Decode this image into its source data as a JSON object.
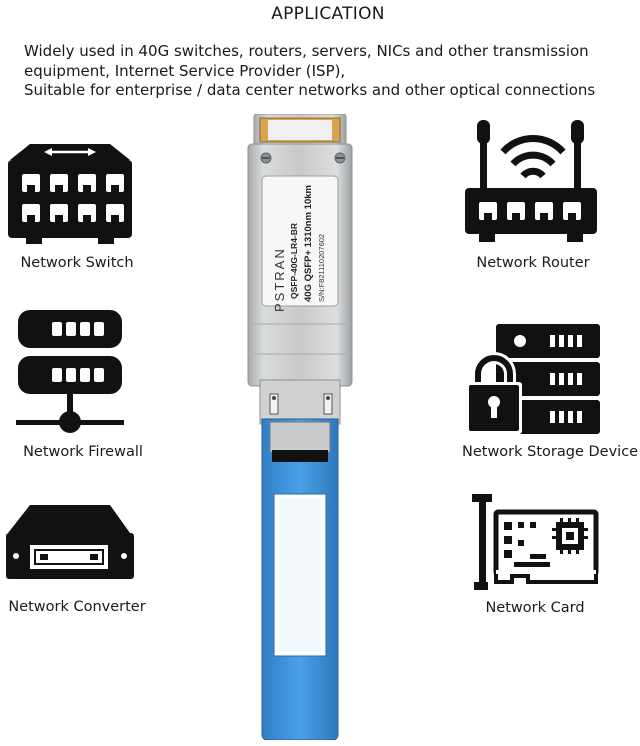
{
  "header": {
    "title": "APPLICATION"
  },
  "description": {
    "lines": [
      "Widely used in 40G switches, routers, servers, NICs and other transmission",
      "equipment, Internet Service Provider (ISP),",
      "Suitable for enterprise / data center networks and other optical connections"
    ]
  },
  "applications": {
    "left": [
      {
        "label": "Network Switch",
        "icon": "network-switch-icon"
      },
      {
        "label": "Network Firewall",
        "icon": "network-firewall-icon"
      },
      {
        "label": "Network Converter",
        "icon": "network-converter-icon"
      }
    ],
    "right": [
      {
        "label": "Network Router",
        "icon": "network-router-icon"
      },
      {
        "label": "Network Storage Device",
        "icon": "network-storage-icon"
      },
      {
        "label": "Network Card",
        "icon": "network-card-icon"
      }
    ]
  },
  "product": {
    "brand": "PSTRAN",
    "part_number": "QSFP-40G-LR4-BR",
    "spec": "40G QSFP+ 1310nm 10km",
    "serial": "S/N:F821110207602",
    "pull_tab_color": "#3a8fd6",
    "body_color": "#c9cbcc"
  }
}
